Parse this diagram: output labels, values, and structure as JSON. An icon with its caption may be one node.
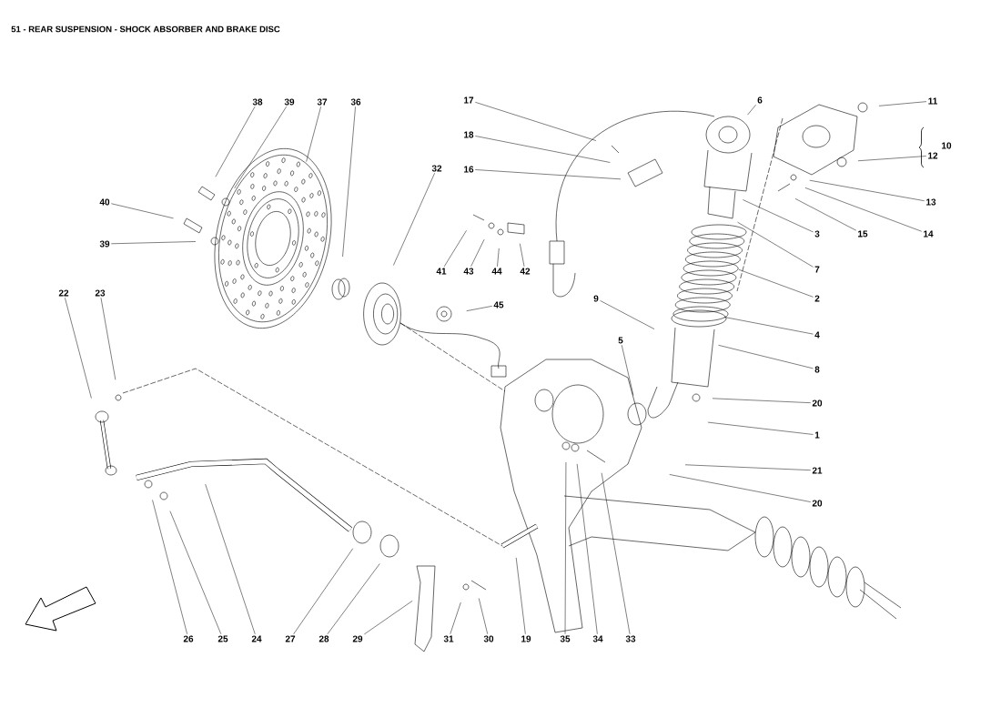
{
  "diagram": {
    "title": "51 - REAR SUSPENSION - SHOCK ABSORBER AND BRAKE DISC",
    "nodes": [
      {
        "text": [
          "38"
        ]
      },
      {
        "text": [
          "39"
        ]
      },
      {
        "text": [
          "37"
        ]
      },
      {
        "text": [
          "36"
        ]
      },
      {
        "text": [
          "17"
        ]
      },
      {
        "text": [
          "6"
        ]
      },
      {
        "text": [
          "11"
        ]
      },
      {
        "text": [
          "12"
        ]
      },
      {
        "text": [
          "18"
        ]
      },
      {
        "text": [
          "16"
        ]
      },
      {
        "text": [
          "13"
        ]
      },
      {
        "text": [
          "40"
        ]
      },
      {
        "text": [
          "3"
        ]
      },
      {
        "text": [
          "15"
        ]
      },
      {
        "text": [
          "14"
        ]
      },
      {
        "text": [
          "39"
        ]
      },
      {
        "text": [
          "41"
        ]
      },
      {
        "text": [
          "43"
        ]
      },
      {
        "text": [
          "44"
        ]
      },
      {
        "text": [
          "42"
        ]
      },
      {
        "text": [
          "7"
        ]
      },
      {
        "text": [
          "32"
        ]
      },
      {
        "text": [
          "2"
        ]
      },
      {
        "text": [
          "22"
        ]
      },
      {
        "text": [
          "23"
        ]
      },
      {
        "text": [
          "45"
        ]
      },
      {
        "text": [
          "4"
        ]
      },
      {
        "text": [
          "9"
        ]
      },
      {
        "text": [
          "5"
        ]
      },
      {
        "text": [
          "8"
        ]
      },
      {
        "text": [
          "20"
        ]
      },
      {
        "text": [
          "1"
        ]
      },
      {
        "text": [
          "21"
        ]
      },
      {
        "text": [
          "20"
        ]
      },
      {
        "text": [
          "26"
        ]
      },
      {
        "text": [
          "25"
        ]
      },
      {
        "text": [
          "24"
        ]
      },
      {
        "text": [
          "27"
        ]
      },
      {
        "text": [
          "28"
        ]
      },
      {
        "text": [
          "29"
        ]
      },
      {
        "text": [
          "31"
        ]
      },
      {
        "text": [
          "30"
        ]
      },
      {
        "text": [
          "19"
        ]
      },
      {
        "text": [
          "35"
        ]
      },
      {
        "text": [
          "34"
        ]
      },
      {
        "text": [
          "33"
        ]
      }
    ],
    "edges": [
      {
        "from": 0,
        "to": null,
        "arrow": "none"
      },
      {
        "from": 1,
        "to": null,
        "arrow": "none"
      },
      {
        "from": 2,
        "to": null,
        "arrow": "none"
      },
      {
        "from": 3,
        "to": null,
        "arrow": "none"
      },
      {
        "from": 4,
        "to": null,
        "arrow": "none"
      },
      {
        "from": 5,
        "to": null,
        "arrow": "none"
      },
      {
        "from": 6,
        "to": null,
        "arrow": "none"
      },
      {
        "from": 7,
        "to": null,
        "arrow": "none"
      },
      {
        "from": 8,
        "to": null,
        "arrow": "none"
      },
      {
        "from": 9,
        "to": null,
        "arrow": "none"
      },
      {
        "from": 10,
        "to": null,
        "arrow": "none"
      },
      {
        "from": 11,
        "to": null,
        "arrow": "none"
      },
      {
        "from": 12,
        "to": null,
        "arrow": "none"
      },
      {
        "from": 13,
        "to": null,
        "arrow": "none"
      },
      {
        "from": 14,
        "to": null,
        "arrow": "none"
      },
      {
        "from": 15,
        "to": null,
        "arrow": "none"
      },
      {
        "from": 16,
        "to": null,
        "arrow": "none"
      },
      {
        "from": 17,
        "to": null,
        "arrow": "none"
      },
      {
        "from": 18,
        "to": null,
        "arrow": "none"
      },
      {
        "from": 19,
        "to": null,
        "arrow": "none"
      },
      {
        "from": 20,
        "to": null,
        "arrow": "none"
      },
      {
        "from": 21,
        "to": null,
        "arrow": "none"
      },
      {
        "from": 22,
        "to": null,
        "arrow": "none"
      },
      {
        "from": 23,
        "to": null,
        "arrow": "none"
      },
      {
        "from": 24,
        "to": null,
        "arrow": "none"
      },
      {
        "from": 25,
        "to": null,
        "arrow": "none"
      },
      {
        "from": 26,
        "to": null,
        "arrow": "none"
      },
      {
        "from": 27,
        "to": null,
        "arrow": "none"
      },
      {
        "from": 28,
        "to": null,
        "arrow": "none"
      },
      {
        "from": 29,
        "to": null,
        "arrow": "none"
      },
      {
        "from": 30,
        "to": null,
        "arrow": "none"
      },
      {
        "from": 31,
        "to": null,
        "arrow": "none"
      },
      {
        "from": 32,
        "to": null,
        "arrow": "none"
      },
      {
        "from": 33,
        "to": null,
        "arrow": "none"
      },
      {
        "from": 34,
        "to": null,
        "arrow": "none"
      },
      {
        "from": 35,
        "to": null,
        "arrow": "none"
      },
      {
        "from": 36,
        "to": null,
        "arrow": "none"
      },
      {
        "from": 37,
        "to": null,
        "arrow": "none"
      },
      {
        "from": 38,
        "to": null,
        "arrow": "none"
      },
      {
        "from": 39,
        "to": null,
        "arrow": "none"
      },
      {
        "from": 40,
        "to": null,
        "arrow": "none"
      },
      {
        "from": 41,
        "to": null,
        "arrow": "none"
      },
      {
        "from": 42,
        "to": null,
        "arrow": "none"
      },
      {
        "from": 43,
        "to": null,
        "arrow": "none"
      },
      {
        "from": 44,
        "to": null,
        "arrow": "none"
      },
      {
        "from": 45,
        "to": null,
        "arrow": "none"
      }
    ],
    "labels": [
      "10"
    ]
  }
}
